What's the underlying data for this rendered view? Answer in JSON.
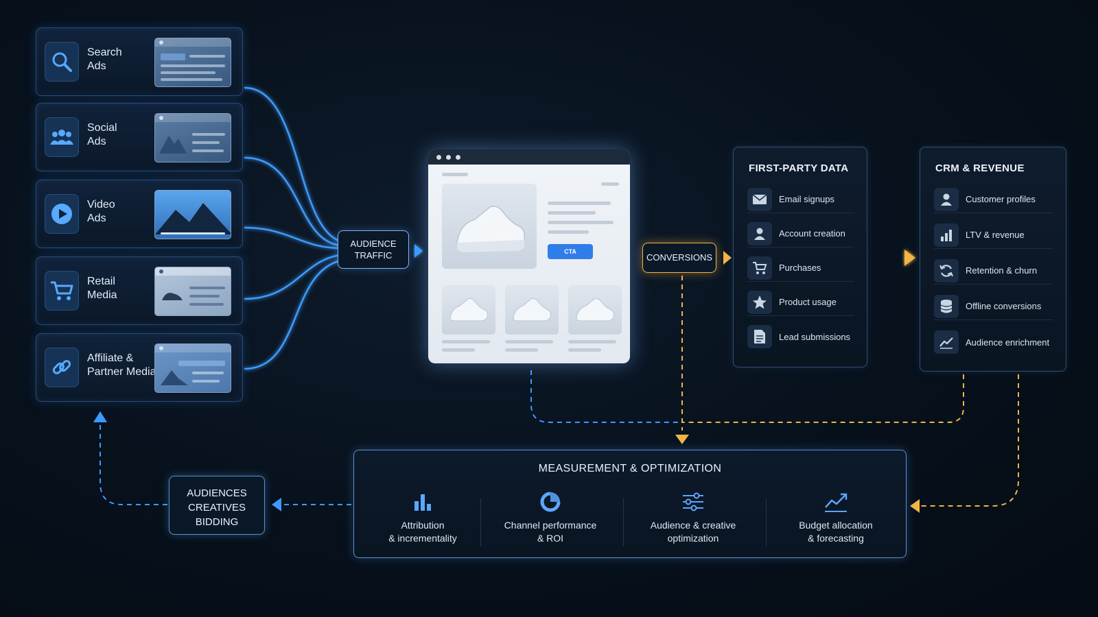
{
  "channels": [
    {
      "line1": "Search",
      "line2": "Ads",
      "icon": "search-icon"
    },
    {
      "line1": "Social",
      "line2": "Ads",
      "icon": "people-icon"
    },
    {
      "line1": "Video",
      "line2": "Ads",
      "icon": "play-icon"
    },
    {
      "line1": "Retail",
      "line2": "Media",
      "icon": "cart-icon"
    },
    {
      "line1": "Affiliate &",
      "line2": "Partner Media",
      "icon": "link-icon"
    }
  ],
  "audience_traffic": {
    "line1": "AUDIENCE",
    "line2": "TRAFFIC"
  },
  "browser": {
    "cta": "CTA"
  },
  "conversions": "CONVERSIONS",
  "first_party": {
    "title": "FIRST-PARTY DATA",
    "items": [
      {
        "label": "Email signups",
        "icon": "envelope-icon"
      },
      {
        "label": "Account creation",
        "icon": "user-icon"
      },
      {
        "label": "Purchases",
        "icon": "cart-icon"
      },
      {
        "label": "Product usage",
        "icon": "star-icon"
      },
      {
        "label": "Lead submissions",
        "icon": "document-icon"
      }
    ]
  },
  "crm": {
    "title": "CRM & REVENUE",
    "items": [
      {
        "label": "Customer profiles",
        "icon": "user-icon"
      },
      {
        "label": "LTV & revenue",
        "icon": "bar-chart-icon"
      },
      {
        "label": "Retention & churn",
        "icon": "refresh-icon"
      },
      {
        "label": "Offline conversions",
        "icon": "database-icon"
      },
      {
        "label": "Audience enrichment",
        "icon": "trend-icon"
      }
    ]
  },
  "measurement": {
    "title": "MEASUREMENT & OPTIMIZATION",
    "items": [
      {
        "line1": "Attribution",
        "line2": "& incrementality",
        "icon": "bar-chart-icon"
      },
      {
        "line1": "Channel performance",
        "line2": "& ROI",
        "icon": "donut-chart-icon"
      },
      {
        "line1": "Audience & creative",
        "line2": "optimization",
        "icon": "sliders-icon"
      },
      {
        "line1": "Budget allocation",
        "line2": "& forecasting",
        "icon": "trend-up-icon"
      }
    ]
  },
  "feedback": {
    "line1": "AUDIENCES",
    "line2": "CREATIVES",
    "line3": "BIDDING"
  },
  "colors": {
    "blue": "#3d9bff",
    "orange": "#f2b544",
    "panel_bg": "#0b1828"
  }
}
